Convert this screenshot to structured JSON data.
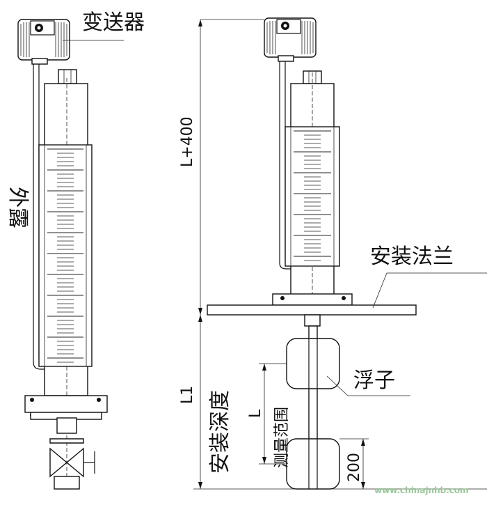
{
  "labels": {
    "transmitter": "变送器",
    "mounting_flange": "安装法兰",
    "float": "浮子",
    "install_depth": "安装深度",
    "measure_range": "测量范围",
    "left_partial": "外露"
  },
  "dimensions": {
    "total_height": "L+400",
    "depth": "L1",
    "range": "L",
    "bottom": "200"
  },
  "watermark": "www.chinajnhb.com"
}
